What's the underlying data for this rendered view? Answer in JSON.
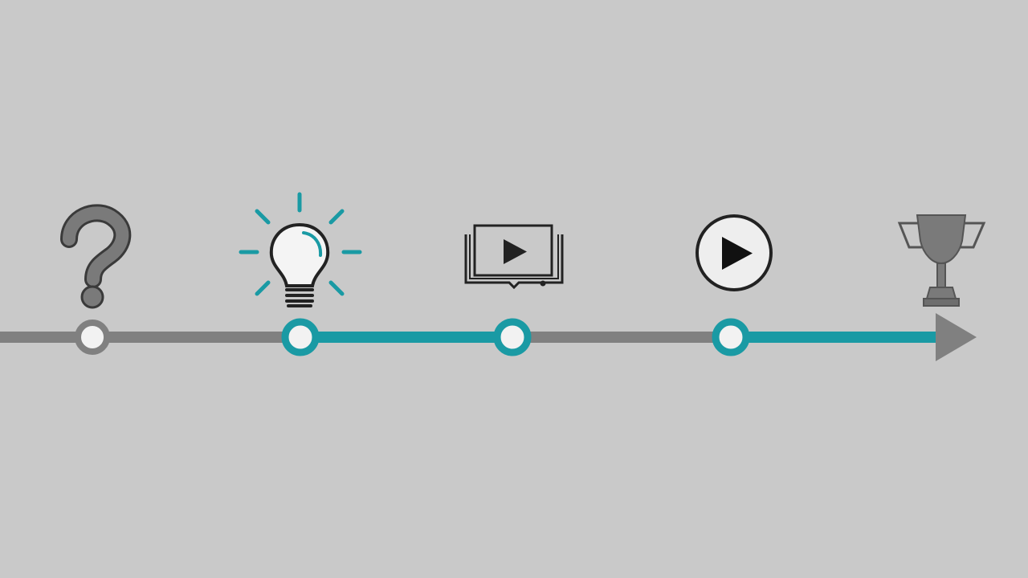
{
  "colors": {
    "background": "#c9c9c9",
    "track_gray": "#808080",
    "track_teal": "#1a9aa4",
    "node_fill": "#f2f2f2",
    "icon_dark": "#222222",
    "icon_gray": "#7a7a7a"
  },
  "timeline": {
    "direction": "left-to-right",
    "arrowhead": "right",
    "segments": [
      {
        "from": "start",
        "to": "question",
        "color": "gray"
      },
      {
        "from": "question",
        "to": "idea",
        "color": "gray"
      },
      {
        "from": "idea",
        "to": "video-lesson",
        "color": "teal"
      },
      {
        "from": "video-lesson",
        "to": "play",
        "color": "gray"
      },
      {
        "from": "play",
        "to": "trophy",
        "color": "teal"
      }
    ],
    "milestones": [
      {
        "id": "question",
        "icon": "question-mark-icon",
        "node_ring": "gray"
      },
      {
        "id": "idea",
        "icon": "lightbulb-icon",
        "node_ring": "teal"
      },
      {
        "id": "video-lesson",
        "icon": "video-book-icon",
        "node_ring": "teal"
      },
      {
        "id": "play",
        "icon": "play-button-icon",
        "node_ring": "teal"
      },
      {
        "id": "trophy",
        "icon": "trophy-icon",
        "node_ring": "none"
      }
    ]
  }
}
